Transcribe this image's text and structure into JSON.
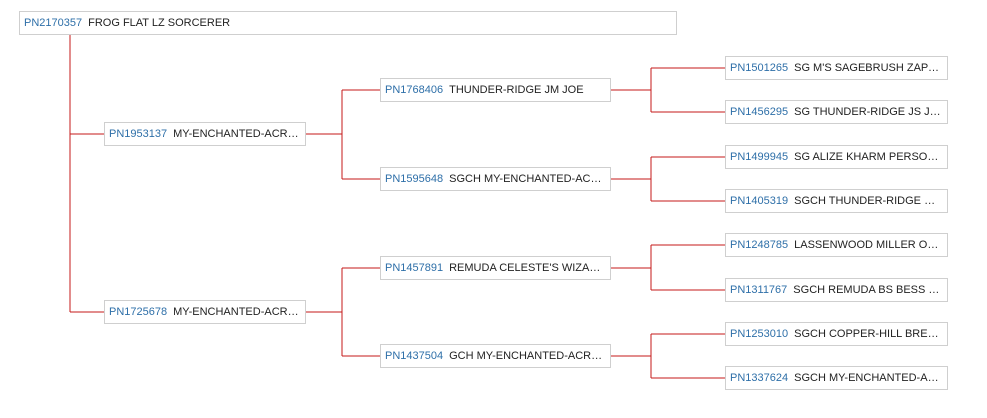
{
  "pedigree": {
    "subject": {
      "reg": "PN2170357",
      "name": "FROG FLAT LZ SORCERER"
    },
    "sire": {
      "reg": "PN1953137",
      "name": "MY-ENCHANTED-ACRE..."
    },
    "dam": {
      "reg": "PN1725678",
      "name": "MY-ENCHANTED-ACRE..."
    },
    "sire_sire": {
      "reg": "PN1768406",
      "name": "THUNDER-RIDGE JM JOE"
    },
    "sire_dam": {
      "reg": "PN1595648",
      "name": "SGCH MY-ENCHANTED-ACR..."
    },
    "dam_sire": {
      "reg": "PN1457891",
      "name": "REMUDA CELESTE'S WIZARD..."
    },
    "dam_dam": {
      "reg": "PN1437504",
      "name": "GCH MY-ENCHANTED-ACRE..."
    },
    "ggp": [
      {
        "reg": "PN1501265",
        "name": "SG M'S SAGEBRUSH ZAP M..."
      },
      {
        "reg": "PN1456295",
        "name": "SG THUNDER-RIDGE JS JO*..."
      },
      {
        "reg": "PN1499945",
        "name": "SG ALIZE KHARM PERSONI..."
      },
      {
        "reg": "PN1405319",
        "name": "SGCH THUNDER-RIDGE PS ..."
      },
      {
        "reg": "PN1248785",
        "name": "LASSENWOOD MILLER OZ..."
      },
      {
        "reg": "PN1311767",
        "name": "SGCH REMUDA BS BESS CE..."
      },
      {
        "reg": "PN1253010",
        "name": "SGCH COPPER-HILL BREAK..."
      },
      {
        "reg": "PN1337624",
        "name": "SGCH MY-ENCHANTED-AC..."
      }
    ]
  },
  "colors": {
    "line": "#c41a1a",
    "reg_link": "#2e6fa8",
    "node_border": "#cfcfcf"
  }
}
